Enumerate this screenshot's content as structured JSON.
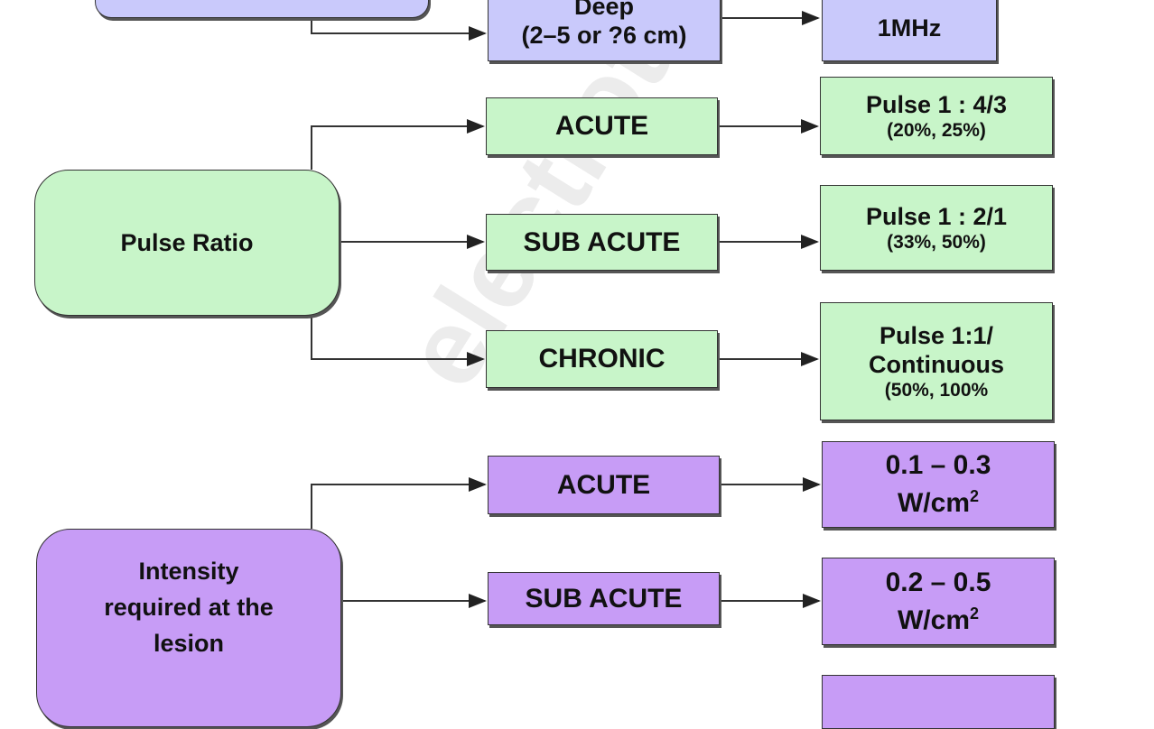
{
  "frequency": {
    "root_label": "",
    "deep": {
      "line1": "Deep",
      "line2": "(2–5 or ?6 cm)"
    },
    "deep_value": "1MHz"
  },
  "pulse_ratio": {
    "root": "Pulse Ratio",
    "stages": [
      {
        "label": "ACUTE",
        "value_line1": "Pulse 1 : 4/3",
        "value_line2": "(20%, 25%)"
      },
      {
        "label": "SUB ACUTE",
        "value_line1": "Pulse 1 : 2/1",
        "value_line2": "(33%, 50%)"
      },
      {
        "label": "CHRONIC",
        "value_line1": "Pulse 1:1/",
        "value_line2": "Continuous",
        "value_line3": "(50%, 100%"
      }
    ]
  },
  "intensity": {
    "root_line1": "Intensity",
    "root_line2": "required at the",
    "root_line3": "lesion",
    "stages": [
      {
        "label": "ACUTE",
        "value": "0.1 – 0.3",
        "unit": "W/cm",
        "exp": "2"
      },
      {
        "label": "SUB ACUTE",
        "value": "0.2 – 0.5",
        "unit": "W/cm",
        "exp": "2"
      }
    ]
  },
  "watermark": "electrotherapy.org",
  "colors": {
    "blue": "#c9c9fb",
    "green": "#c8f5c9",
    "purple": "#c79cf6"
  }
}
